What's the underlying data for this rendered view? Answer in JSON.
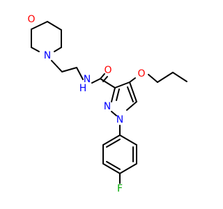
{
  "structure": {
    "atoms": {
      "morpholine_o": {
        "label": "O",
        "color": "#ff0000"
      },
      "morpholine_n": {
        "label": "N",
        "color": "#0000ff"
      },
      "amide_n": {
        "label": "N",
        "color": "#0000ff"
      },
      "amide_h": {
        "label": "H",
        "color": "#0000ff"
      },
      "carbonyl_o": {
        "label": "O",
        "color": "#ff0000"
      },
      "ether_o": {
        "label": "O",
        "color": "#ff0000"
      },
      "pyrazole_n2": {
        "label": "N",
        "color": "#0000ff"
      },
      "pyrazole_n1": {
        "label": "N",
        "color": "#0000ff"
      },
      "fluorine": {
        "label": "F",
        "color": "#00aa00"
      }
    }
  }
}
